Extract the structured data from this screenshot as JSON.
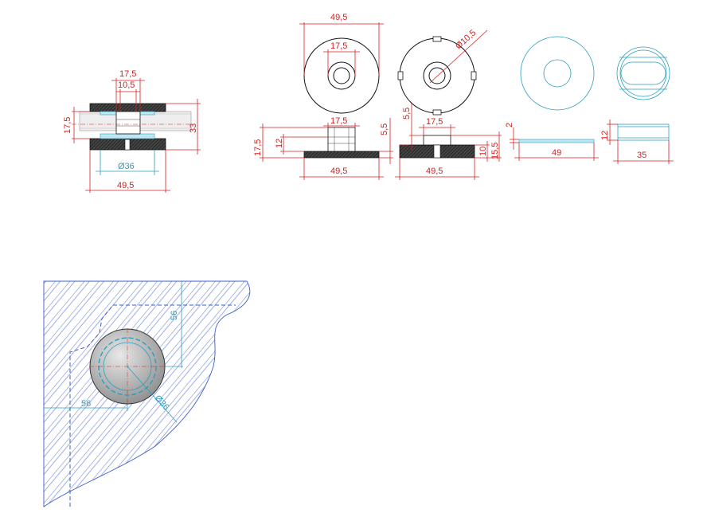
{
  "drawing": {
    "views": {
      "assembly_section": {
        "dims": {
          "top_width": "17,5",
          "inner_width": "10,5",
          "left_height": "17,5",
          "right_height": "33",
          "gasket_diameter": "Ø36",
          "base_width": "49,5"
        }
      },
      "top_disc": {
        "dims": {
          "outer_diameter": "49,5",
          "hole_width": "17,5",
          "side_left": "17,5",
          "side_left_inner": "12",
          "boss_width": "17,5",
          "right_height": "5,5",
          "base_width": "49,5"
        }
      },
      "bottom_disc": {
        "dims": {
          "hole_diameter": "Ø10,5",
          "left_height": "5,5",
          "boss_width": "17,5",
          "right_inner": "10",
          "right_outer": "15,5",
          "base_width": "49,5"
        }
      },
      "ring_gasket": {
        "dims": {
          "thickness": "2",
          "diameter": "49"
        }
      },
      "sleeve": {
        "dims": {
          "height": "12",
          "width": "35"
        }
      },
      "placement_detail": {
        "dims": {
          "vertical_offset": "56",
          "horizontal_offset": "56",
          "diameter": "Ø36"
        }
      }
    },
    "colors": {
      "dimension": "#d42020",
      "construction": "#2a9fc0",
      "outline": "#111111",
      "glass_hatch": "#3a5ccc"
    }
  }
}
